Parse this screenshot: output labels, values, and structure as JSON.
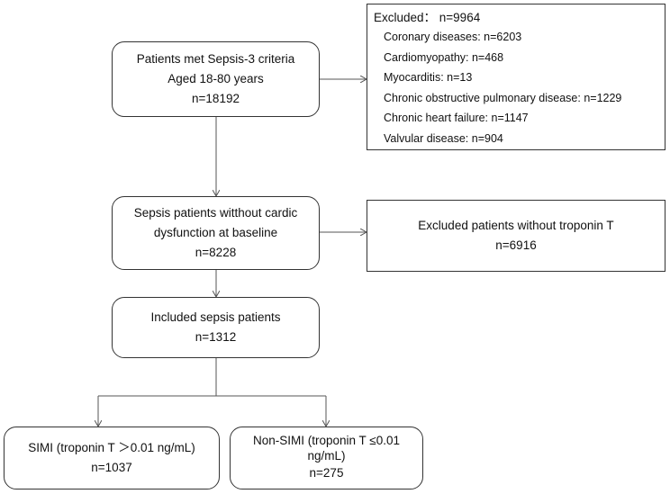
{
  "boxes": {
    "sepsis3": {
      "lines": [
        "Patients met Sepsis-3 criteria",
        "Aged 18-80 years",
        "n=18192"
      ]
    },
    "excluded_1": {
      "heading": "Excluded： n=9964",
      "items": [
        "Coronary diseases: n=6203",
        "Cardiomyopathy: n=468",
        "Myocarditis: n=13",
        "Chronic obstructive pulmonary disease: n=1229",
        "Chronic heart failure: n=1147",
        "Valvular disease: n=904"
      ]
    },
    "no_cardiac": {
      "lines": [
        "Sepsis patients witthout cardic",
        "dysfunction at baseline",
        "n=8228"
      ]
    },
    "excluded_2": {
      "lines": [
        "Excluded patients without troponin T",
        "n=6916"
      ]
    },
    "included": {
      "lines": [
        "Included sepsis patients",
        "n=1312"
      ]
    },
    "simi": {
      "lines": [
        "SIMI (troponin T ＞0.01 ng/mL)",
        "n=1037"
      ]
    },
    "non_simi": {
      "lines": [
        "Non-SIMI (troponin T ≤0.01",
        "ng/mL)",
        "n=275"
      ]
    }
  },
  "colors": {
    "line": "#555555",
    "border": "#333333"
  }
}
